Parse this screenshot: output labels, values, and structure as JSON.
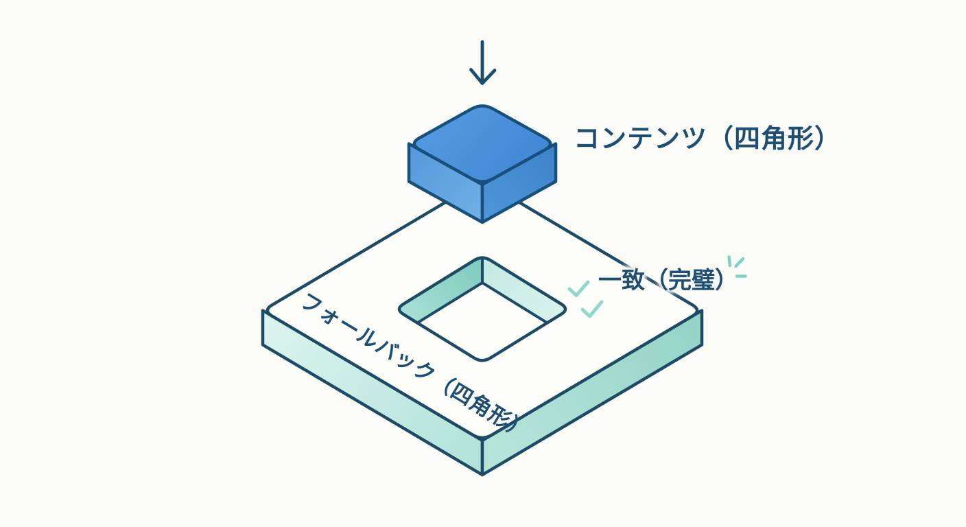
{
  "diagram": {
    "background_color": "#fafaf6",
    "text_color": "#1e4e72",
    "outline_color": "#1d4b66",
    "arrow": {
      "icon": "down-arrow",
      "color": "#1c4d6d"
    },
    "content_block": {
      "label": "コンテンツ（四角形）",
      "top_color": "#4a90dc",
      "left_color": "#5c9cde",
      "right_color": "#4285cf",
      "outline_color": "#17507a"
    },
    "fallback_slot": {
      "label": "フォールバック（四角形）",
      "top_color": "#fdfdfa",
      "left_face_color": "#cfeee8",
      "right_face_color": "#a5dcd1",
      "hole_left_wall_color": "#8bd0c4",
      "hole_right_wall_color": "#cdeee7"
    },
    "match_status": {
      "label": "一致（完璧）",
      "check_color": "#8fd9cc",
      "sparkle_color": "#7ed3c6"
    }
  }
}
